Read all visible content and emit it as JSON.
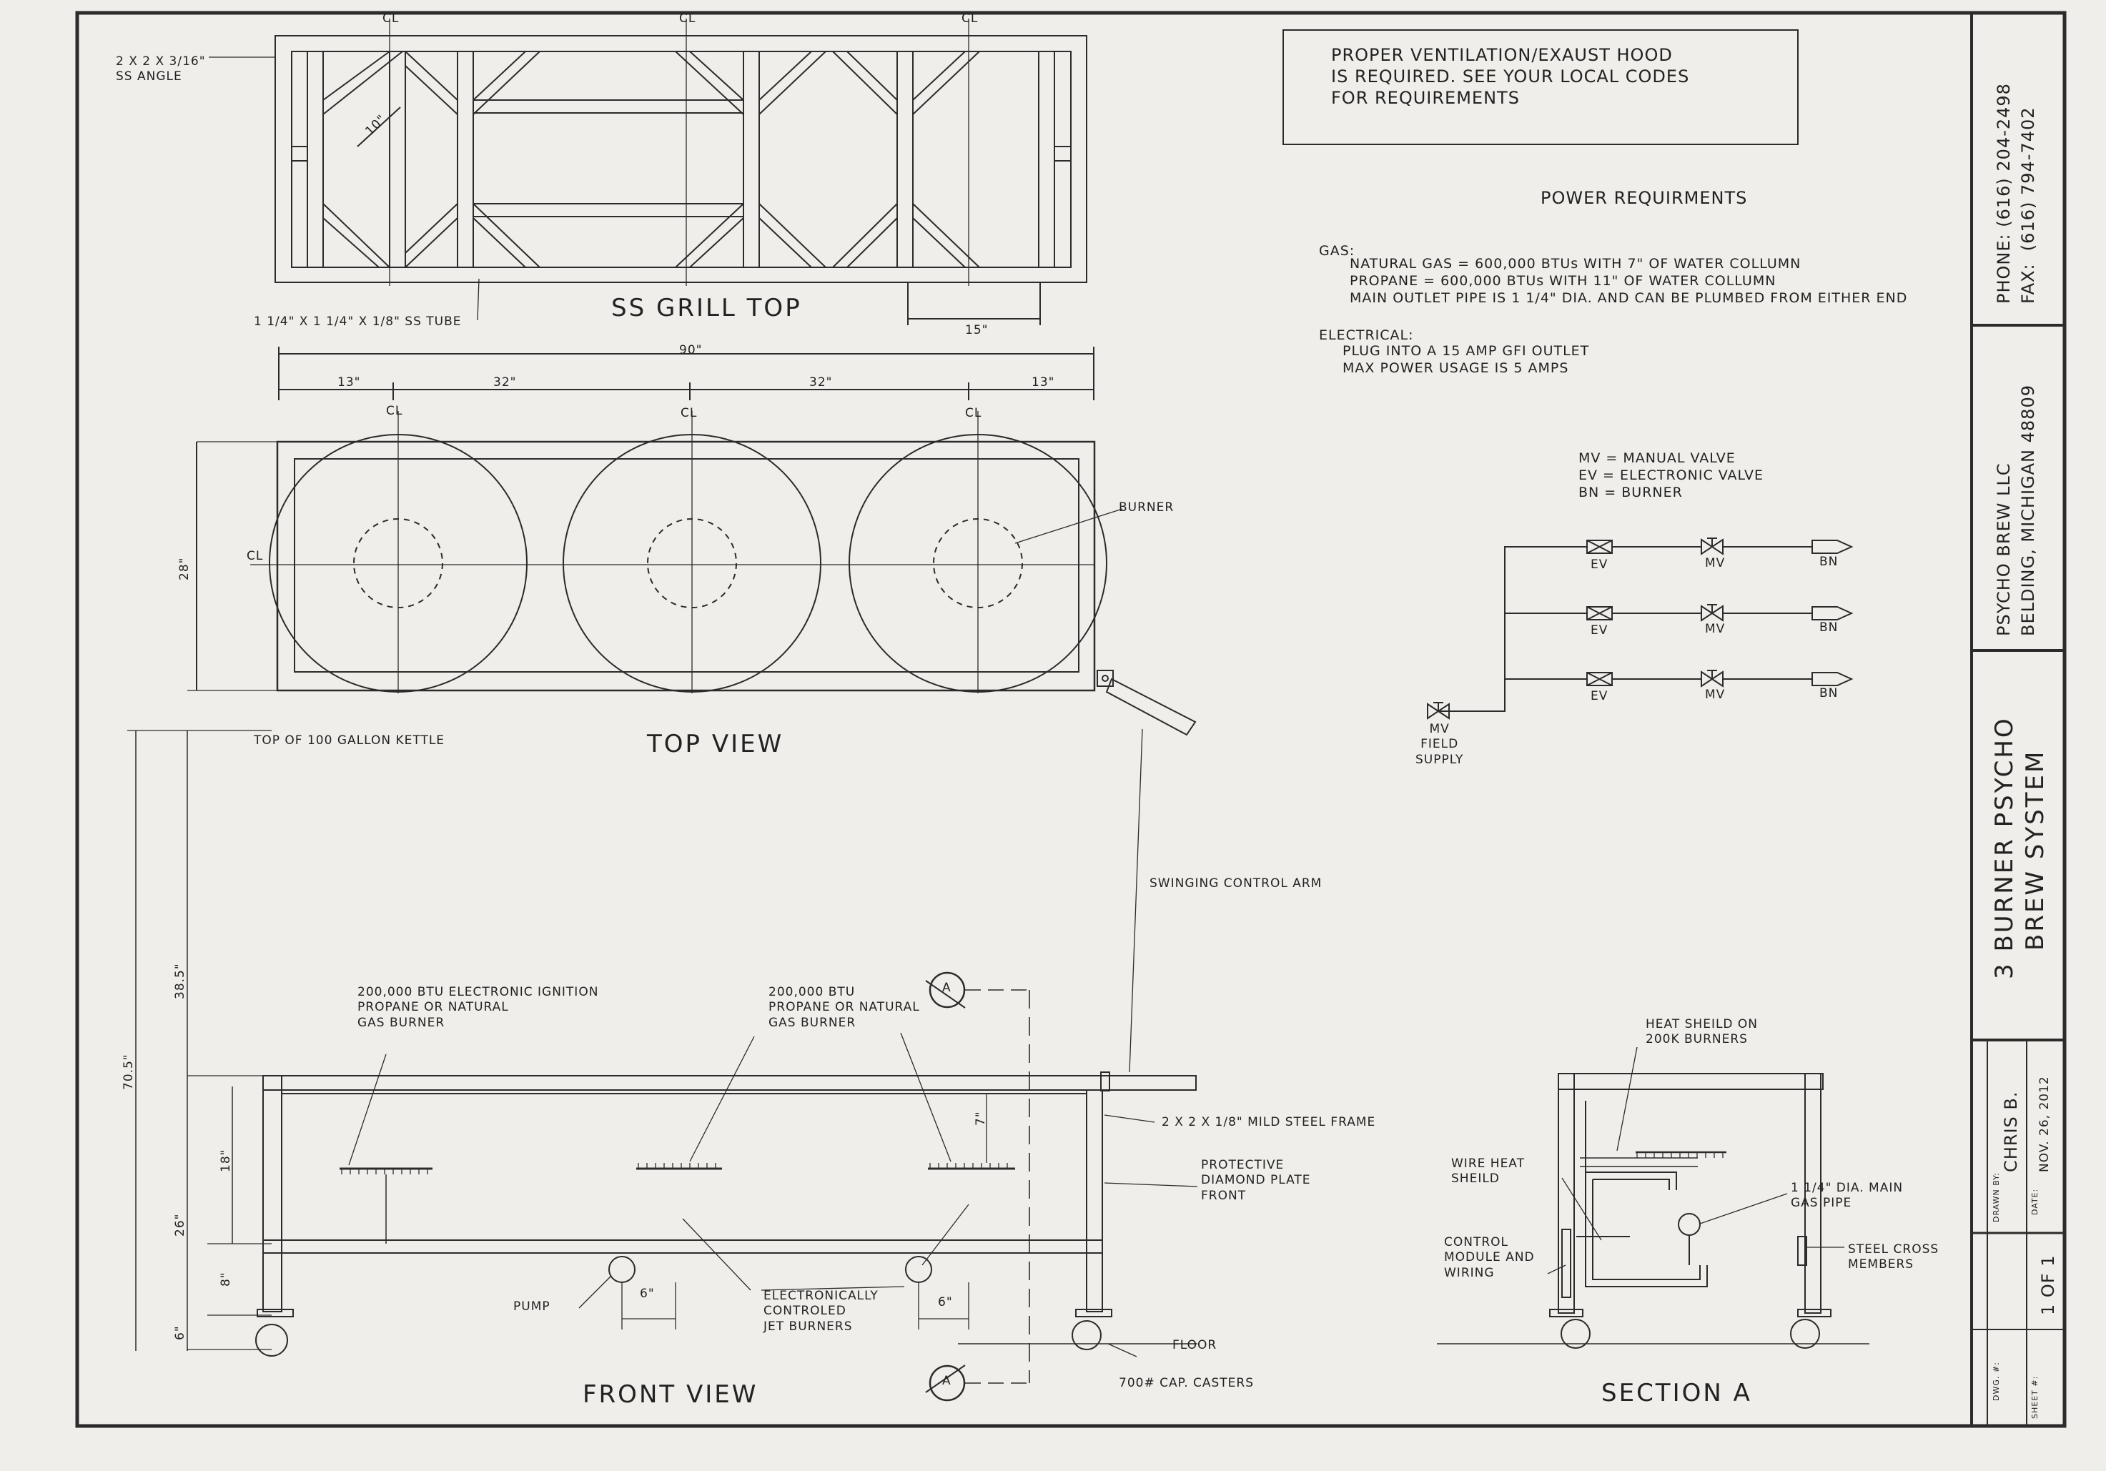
{
  "notes": {
    "ventilation": "PROPER VENTILATION/EXAUST HOOD\nIS REQUIRED. SEE YOUR LOCAL CODES\nFOR REQUIREMENTS",
    "power_title": "POWER REQUIRMENTS",
    "gas_heading": "GAS:",
    "gas_lines": "NATURAL GAS = 600,000 BTUs WITH 7\" OF WATER COLLUMN\nPROPANE = 600,000 BTUs WITH 11\" OF WATER COLLUMN\nMAIN OUTLET PIPE IS 1 1/4\" DIA. AND CAN BE PLUMBED FROM EITHER END",
    "electrical_heading": "ELECTRICAL:",
    "electrical_lines": "PLUG INTO A 15 AMP GFI OUTLET\nMAX POWER USAGE IS 5 AMPS"
  },
  "legend": {
    "mv": "MV = MANUAL VALVE",
    "ev": "EV = ELECTRONIC VALVE",
    "bn": "BN = BURNER"
  },
  "schematic": {
    "ev": "EV",
    "mv": "MV",
    "bn": "BN",
    "supply": "MV\nFIELD\nSUPPLY"
  },
  "grill_top": {
    "title": "SS GRILL TOP",
    "angle": "2 X 2 X 3/16\"\nSS ANGLE",
    "tube": "1 1/4\" X 1 1/4\" X 1/8\" SS TUBE",
    "dim_10": "10\"",
    "dim_15": "15\""
  },
  "top_view": {
    "title": "TOP VIEW",
    "overall": "90\"",
    "seg1": "13\"",
    "seg2": "32\"",
    "seg3": "32\"",
    "seg4": "13\"",
    "depth": "28\"",
    "burner": "BURNER",
    "kettle": "TOP OF 100 GALLON KETTLE",
    "cl": "CL"
  },
  "front_view": {
    "title": "FRONT VIEW",
    "burner_1": "200,000 BTU ELECTRONIC IGNITION\nPROPANE OR NATURAL\nGAS BURNER",
    "burner_2": "200,000 BTU\nPROPANE OR NATURAL\nGAS BURNER",
    "arm": "SWINGING CONTROL ARM",
    "frame": "2 X 2 X 1/8\" MILD STEEL FRAME",
    "diamond": "PROTECTIVE\nDIAMOND PLATE\nFRONT",
    "pump": "PUMP",
    "jet": "ELECTRONICALLY\nCONTROLED\nJET BURNERS",
    "floor": "FLOOR",
    "casters": "700# CAP. CASTERS",
    "dim_overall": "70.5\"",
    "dim_kettle": "38.5\"",
    "dim_height": "26\"",
    "dim_18": "18\"",
    "dim_8": "8\"",
    "dim_6v": "6\"",
    "dim_6a": "6\"",
    "dim_6b": "6\"",
    "dim_7": "7\"",
    "section_mark": "A"
  },
  "section_a": {
    "title": "SECTION A",
    "heat_shield": "HEAT SHEILD ON\n200K BURNERS",
    "wire_shield": "WIRE HEAT\nSHEILD",
    "control": "CONTROL\nMODULE AND\nWIRING",
    "gas_pipe": "1 1/4\" DIA. MAIN\nGAS PIPE",
    "cross": "STEEL CROSS\nMEMBERS"
  },
  "title_block": {
    "phone": "PHONE: (616) 204-2498",
    "fax": "FAX:  (616) 794-7402",
    "company": "PSYCHO BREW LLC",
    "address": "BELDING, MICHIGAN 48809",
    "project_1": "3 BURNER PSYCHO",
    "project_2": "BREW SYSTEM",
    "drawn_label": "DRAWN BY:",
    "drawn_by": "CHRIS B.",
    "date_label": "DATE:",
    "date": "NOV. 26, 2012",
    "dwg_label": "DWG. #:",
    "sheet_label": "SHEET #:",
    "sheet": "1 OF 1"
  }
}
